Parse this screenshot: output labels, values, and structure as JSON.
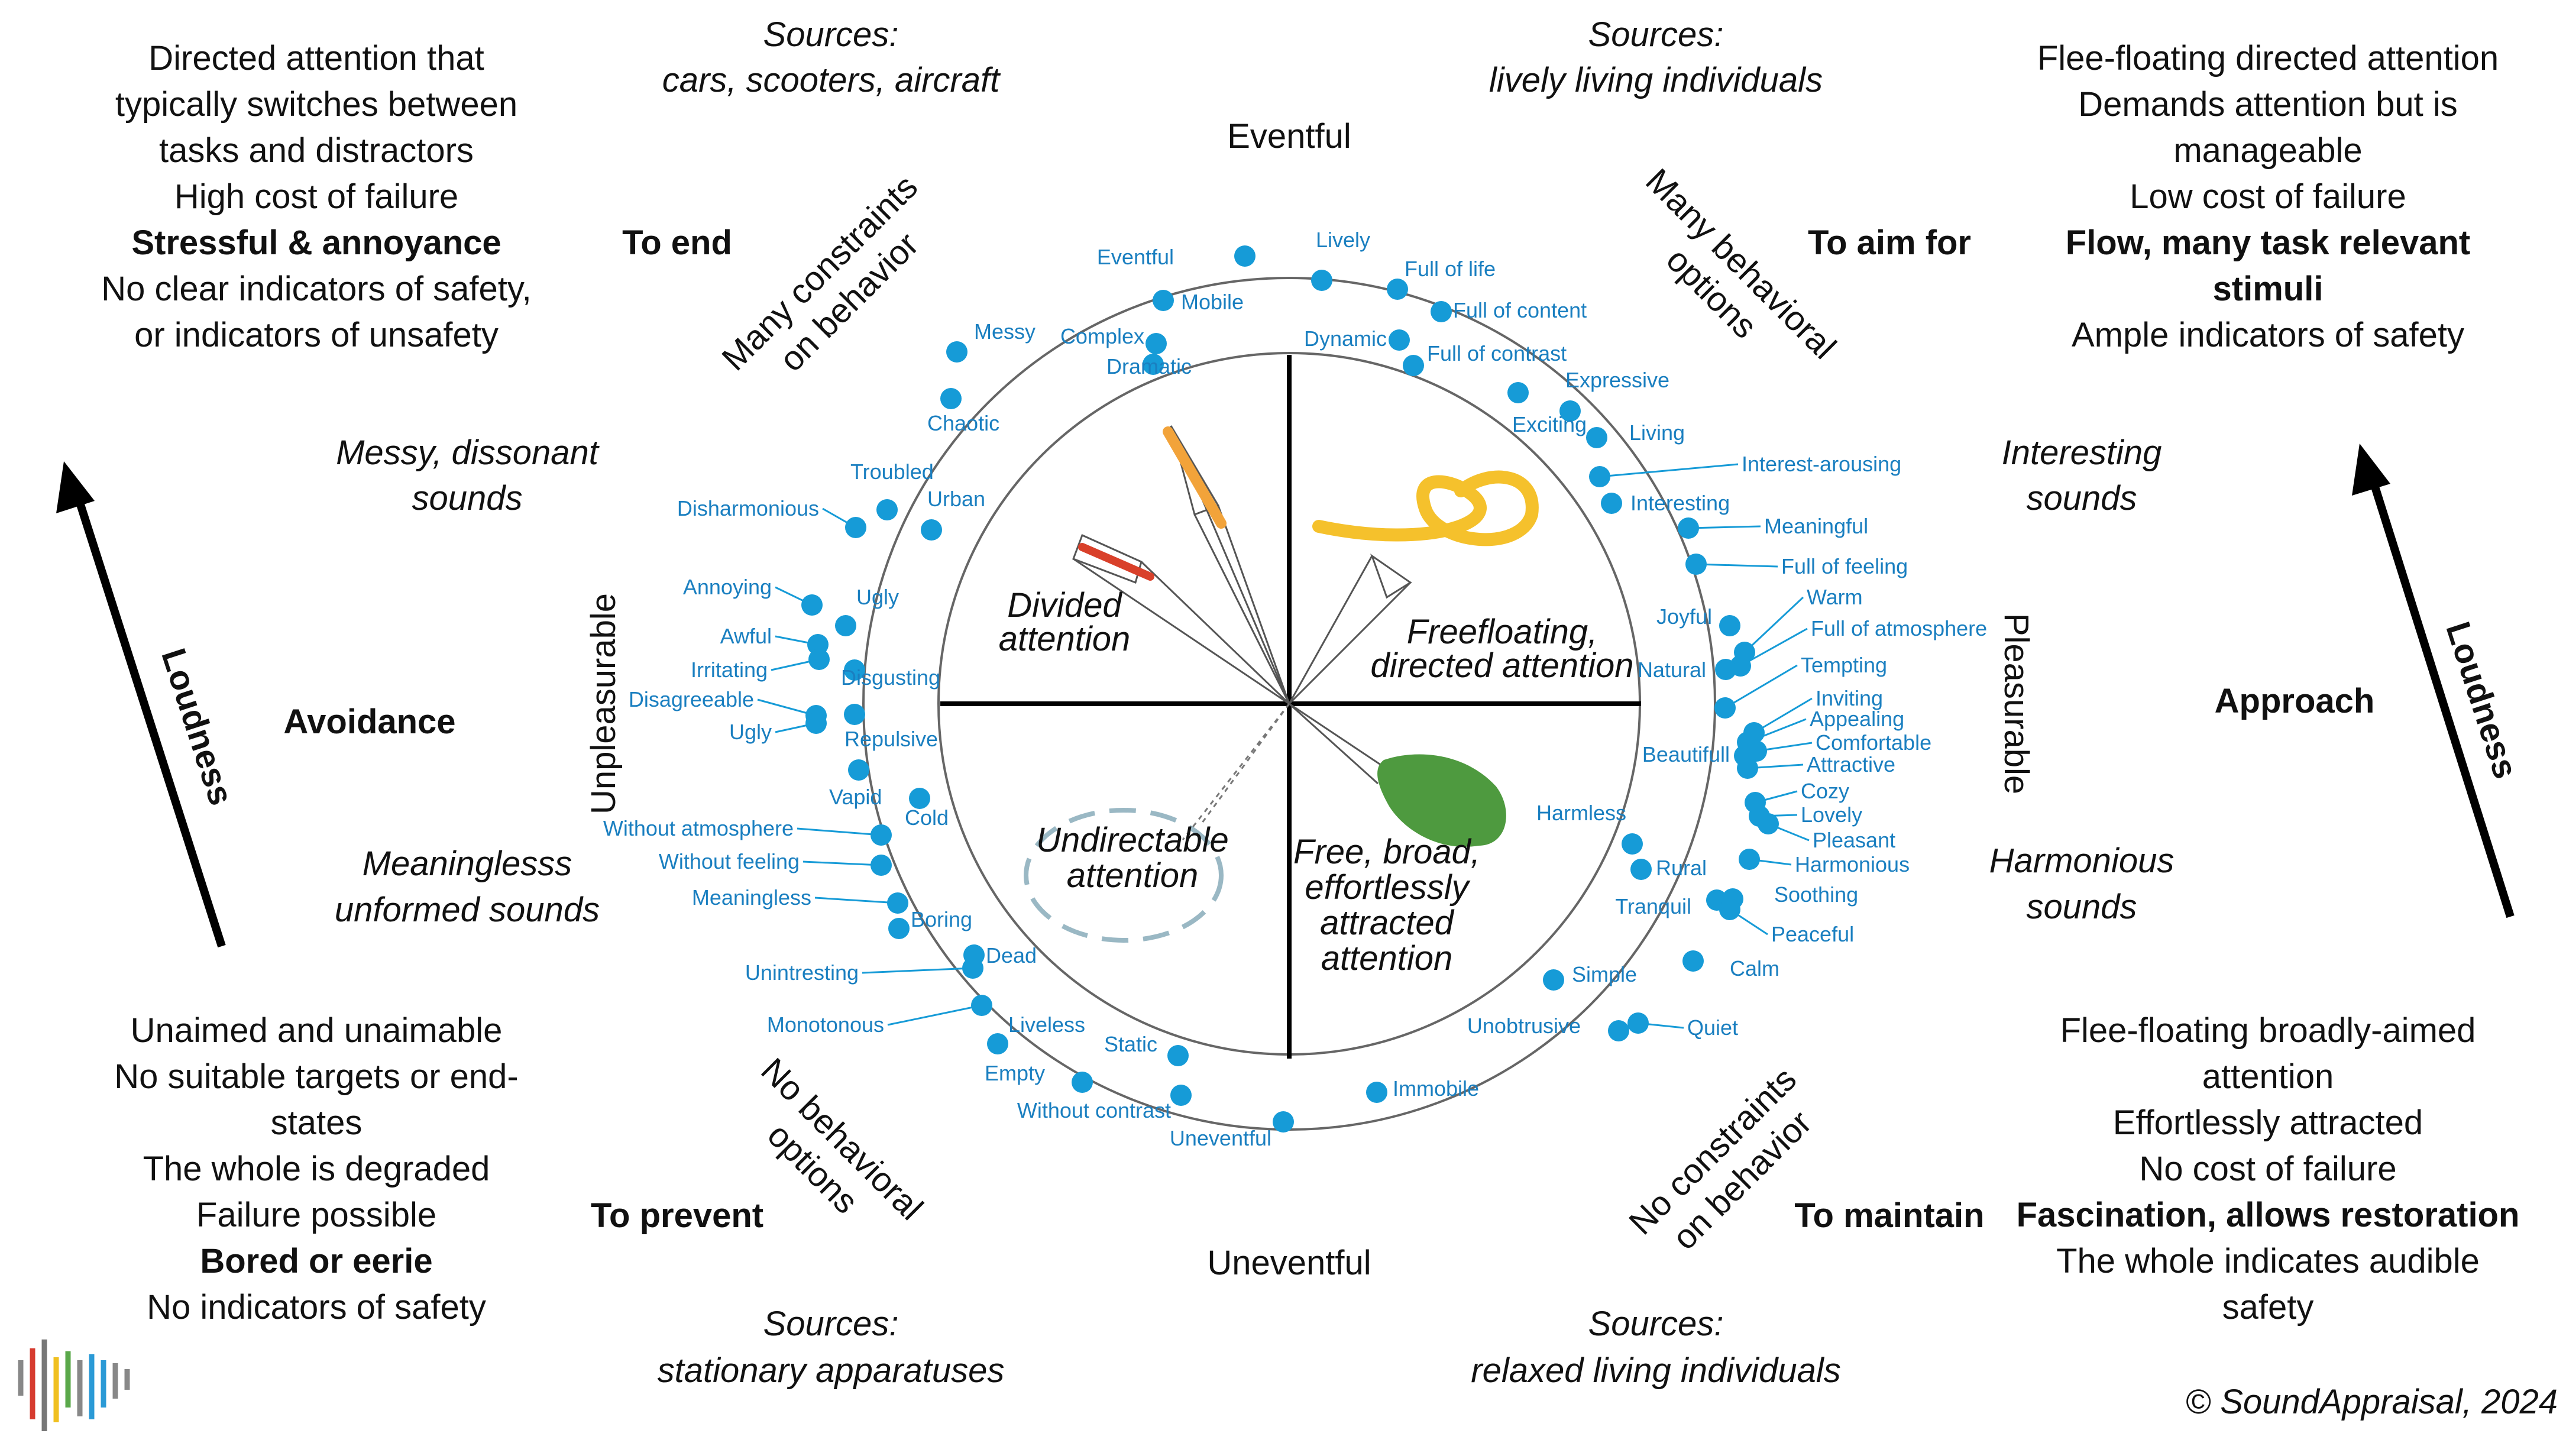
{
  "axes": {
    "top": "Eventful",
    "bottom": "Uneventful",
    "left": "Unpleasurable",
    "right": "Pleasurable"
  },
  "quadrant_states": {
    "tl": "Divided attention",
    "tr": "Freefloating, directed attention",
    "bl": "Undirectable attention",
    "br": "Free, broad, effortlessly attracted attention"
  },
  "ring_phrases": {
    "tl": "Many constraints on behavior",
    "tr": "Many behavioral options",
    "bl": "No behavioral options",
    "br": "No constraints on behavior"
  },
  "goals": {
    "tl": "To end",
    "tr": "To aim for",
    "bl": "To prevent",
    "br": "To maintain"
  },
  "sources": {
    "tl": {
      "heading": "Sources:",
      "text": "cars, scooters, aircraft"
    },
    "tr": {
      "heading": "Sources:",
      "text": "lively living individuals"
    },
    "bl": {
      "heading": "Sources:",
      "text": "stationary apparatuses"
    },
    "br": {
      "heading": "Sources:",
      "text": "relaxed living individuals"
    }
  },
  "side_notes": {
    "left_upper": [
      "Messy, dissonant",
      "sounds"
    ],
    "left_lower": [
      "Meaninglesss",
      "unformed sounds"
    ],
    "right_upper": [
      "Interesting",
      "sounds"
    ],
    "right_lower": [
      "Harmonious",
      "sounds"
    ],
    "left_mid": "Avoidance",
    "right_mid": "Approach",
    "loudness": "Loudness"
  },
  "corner_tl": {
    "lines": [
      "Directed attention that",
      "typically switches between",
      "tasks and distractors",
      "High cost of failure"
    ],
    "bold": "Stressful & annoyance",
    "tail": [
      "No clear indicators of safety,",
      "or indicators of unsafety"
    ]
  },
  "corner_tr": {
    "lines": [
      "Flee-floating directed attention",
      "Demands attention but is",
      "manageable",
      "Low cost of failure"
    ],
    "bold": [
      "Flow, many task relevant",
      "stimuli"
    ],
    "tail": [
      "Ample indicators of safety"
    ]
  },
  "corner_bl": {
    "lines": [
      "Unaimed and unaimable",
      "No suitable targets or end-",
      "states",
      "The whole is degraded",
      "Failure possible"
    ],
    "bold": "Bored or eerie",
    "tail": [
      "No indicators of safety"
    ]
  },
  "corner_br": {
    "lines": [
      "Flee-floating broadly-aimed",
      "attention",
      "Effortlessly attracted",
      "No cost of failure"
    ],
    "bold": "Fascination, allows restoration",
    "tail": [
      "The whole indicates audible",
      "safety"
    ]
  },
  "copyright": "© SoundAppraisal, 2024",
  "colors": {
    "dot": "#169bd7",
    "label": "#1a7fc0",
    "yellow": "#f5c12c",
    "orange": "#f2a33a",
    "red": "#d9402a",
    "green": "#4e9a3f",
    "dashed": "#9ab8c4"
  },
  "icons": [
    "soundappraisal-logo-icon"
  ],
  "attributes": [
    "Eventful",
    "Lively",
    "Mobile",
    "Full of life",
    "Full of content",
    "Complex",
    "Dynamic",
    "Full of contrast",
    "Messy",
    "Dramatic",
    "Expressive",
    "Chaotic",
    "Exciting",
    "Living",
    "Interest-arousing",
    "Troubled",
    "Urban",
    "Interesting",
    "Disharmonious",
    "Meaningful",
    "Full of feeling",
    "Annoying",
    "Ugly",
    "Joyful",
    "Warm",
    "Full of atmosphere",
    "Awful",
    "Irritating",
    "Disgusting",
    "Natural",
    "Tempting",
    "Disagreeable",
    "Inviting",
    "Appealing",
    "Ugly",
    "Beautifull",
    "Comfortable",
    "Repulsive",
    "Attractive",
    "Cozy",
    "Vapid",
    "Cold",
    "Lovely",
    "Harmless",
    "Pleasant",
    "Without atmosphere",
    "Without feeling",
    "Rural",
    "Harmonious",
    "Tranquil",
    "Soothing",
    "Meaningless",
    "Boring",
    "Peaceful",
    "Dead",
    "Calm",
    "Unintresting",
    "Simple",
    "Monotonous",
    "Liveless",
    "Unobtrusive",
    "Quiet",
    "Static",
    "Empty",
    "Immobile",
    "Without contrast",
    "Uneventful"
  ]
}
